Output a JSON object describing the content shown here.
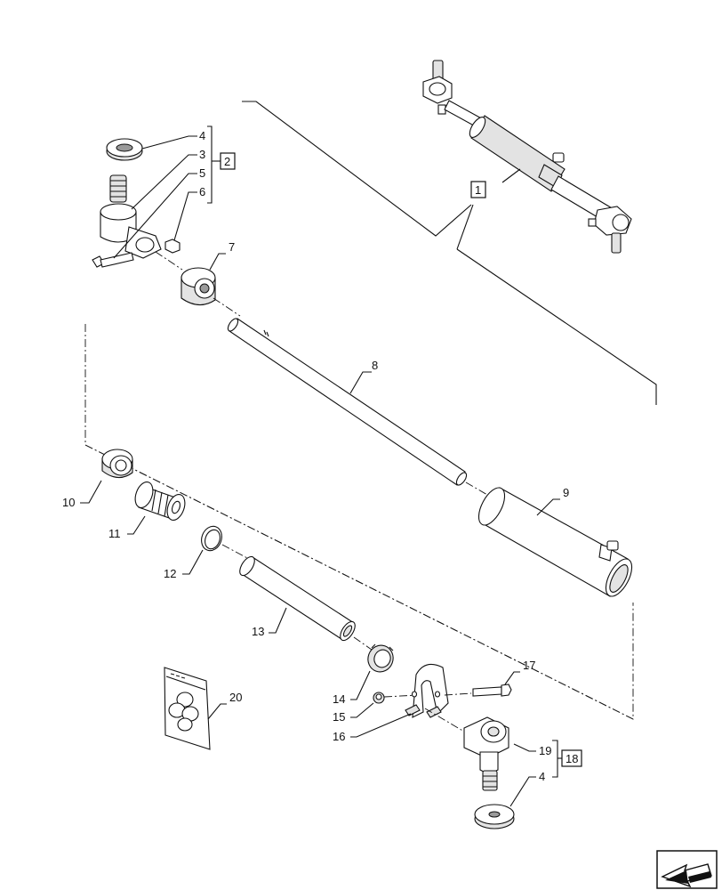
{
  "callouts": {
    "c1": "1",
    "c2": "2",
    "c3": "3",
    "c4a": "4",
    "c4b": "4",
    "c5": "5",
    "c6": "6",
    "c7": "7",
    "c8": "8",
    "c9": "9",
    "c10": "10",
    "c11": "11",
    "c12": "12",
    "c13": "13",
    "c14": "14",
    "c15": "15",
    "c16": "16",
    "c17": "17",
    "c18": "18",
    "c19": "19",
    "c20": "20"
  },
  "icons": {
    "navigation": "next-page-arrow-icon"
  },
  "colors": {
    "ink": "#111111",
    "fill": "#ffffff",
    "shade": "#e3e3e3"
  }
}
